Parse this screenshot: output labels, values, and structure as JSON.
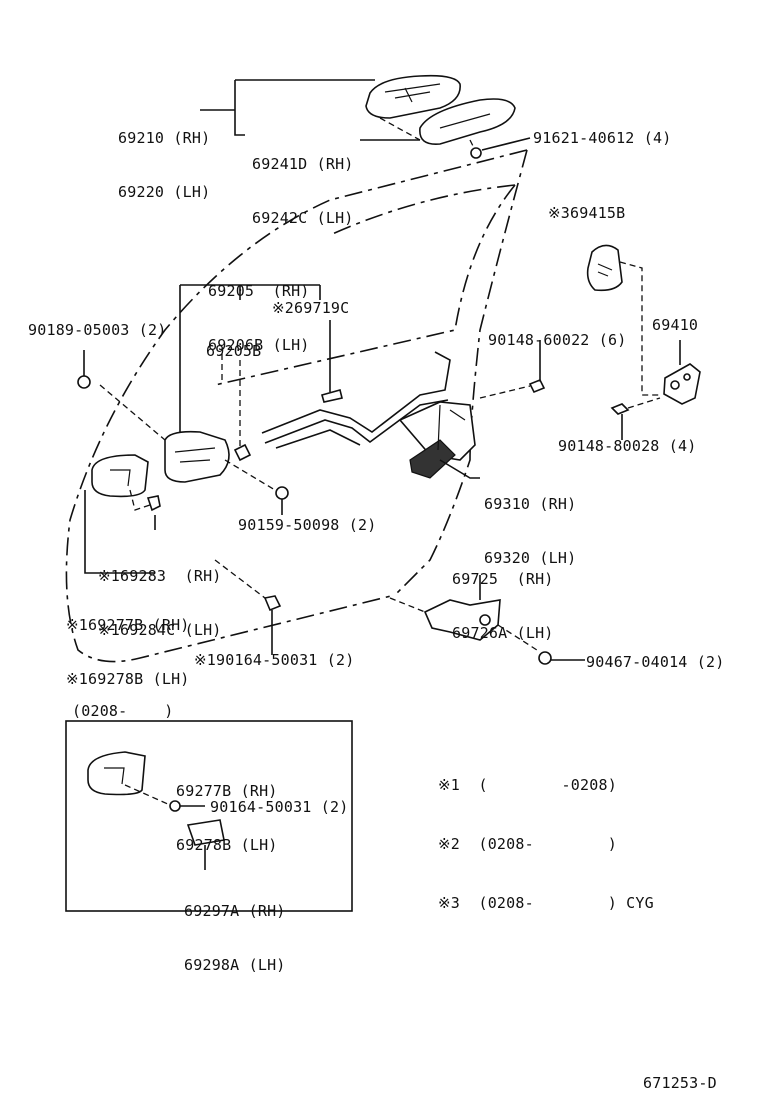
{
  "labels": {
    "outer_handle_rh": "69210 (RH)",
    "outer_handle_lh": "69220 (LH)",
    "outer_frame_rh": "69241D (RH)",
    "outer_frame_lh": "69242C (LH)",
    "screw_91621": "91621-40612 (4)",
    "striker_cover": "※369415B",
    "inner_handle_rh": "69205  (RH)",
    "inner_handle_lh": "69206B (LH)",
    "rod_269719c": "※269719C",
    "bolt_90189": "90189-05003 (2)",
    "handle_69205b": "69205B",
    "bolt_90148_60022": "90148-60022 (6)",
    "striker_69410": "69410",
    "bolt_90148_80028": "90148-80028 (4)",
    "lock_rh": "69310 (RH)",
    "lock_lh": "69320 (LH)",
    "screw_90159": "90159-50098 (2)",
    "bezel_rh": "※169283  (RH)",
    "bezel_lh": "※169284C (LH)",
    "bracket_rh": "69725  (RH)",
    "bracket_lh": "69726A (LH)",
    "pad_rh": "※169277B (RH)",
    "pad_lh": "※169278B (LH)",
    "screw_190164": "※190164-50031 (2)",
    "bolt_90467": "90467-04014 (2)",
    "inset_period": "(0208-    )",
    "inset_pad_rh": "69277B (RH)",
    "inset_pad_lh": "69278B (LH)",
    "inset_screw": "90164-50031 (2)",
    "inset_cap_rh": "69297A (RH)",
    "inset_cap_lh": "69298A (LH)",
    "note1": "※1  (        -0208)",
    "note2": "※2  (0208-        )",
    "note3": "※3  (0208-        ) CYG",
    "diagram_code": "671253-D"
  }
}
